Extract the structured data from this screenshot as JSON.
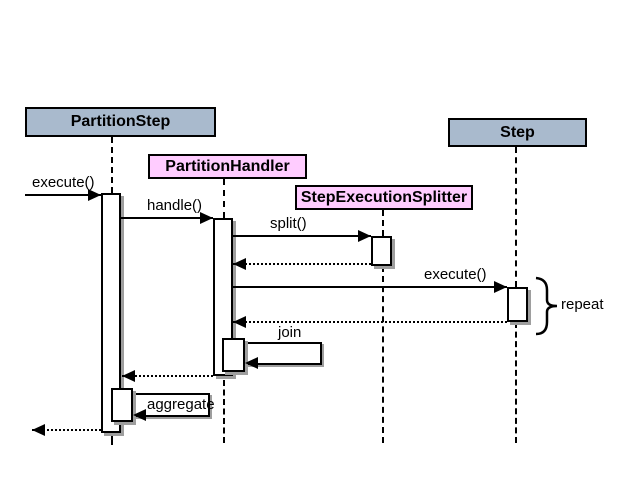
{
  "diagram": {
    "type": "uml-sequence",
    "actors": [
      {
        "name": "PartitionStep",
        "fill": "#A9BACD"
      },
      {
        "name": "PartitionHandler",
        "fill": "#FFCCFF"
      },
      {
        "name": "StepExecutionSplitter",
        "fill": "#FFCCFF"
      },
      {
        "name": "Step",
        "fill": "#A9BACD"
      }
    ],
    "messages": [
      {
        "label": "execute()",
        "from": "(external)",
        "to": "PartitionStep",
        "type": "call"
      },
      {
        "label": "handle()",
        "from": "PartitionStep",
        "to": "PartitionHandler",
        "type": "call"
      },
      {
        "label": "split()",
        "from": "PartitionHandler",
        "to": "StepExecutionSplitter",
        "type": "call"
      },
      {
        "label": "",
        "from": "StepExecutionSplitter",
        "to": "PartitionHandler",
        "type": "return"
      },
      {
        "label": "execute()",
        "from": "PartitionHandler",
        "to": "Step",
        "type": "call"
      },
      {
        "label": "",
        "from": "Step",
        "to": "PartitionHandler",
        "type": "return"
      },
      {
        "label": "join",
        "from": "PartitionHandler",
        "to": "PartitionHandler",
        "type": "self"
      },
      {
        "label": "",
        "from": "PartitionHandler",
        "to": "PartitionStep",
        "type": "return"
      },
      {
        "label": "aggregate",
        "from": "PartitionStep",
        "to": "PartitionStep",
        "type": "self"
      },
      {
        "label": "",
        "from": "PartitionStep",
        "to": "(external)",
        "type": "return"
      }
    ],
    "annotation": {
      "label": "repeat",
      "symbol": "}"
    },
    "colors": {
      "actor_primary": "#A9BACD",
      "actor_secondary": "#FFCCFF",
      "shadow": "#9E9E9E",
      "line": "#000000",
      "background": "#FFFFFF"
    }
  }
}
